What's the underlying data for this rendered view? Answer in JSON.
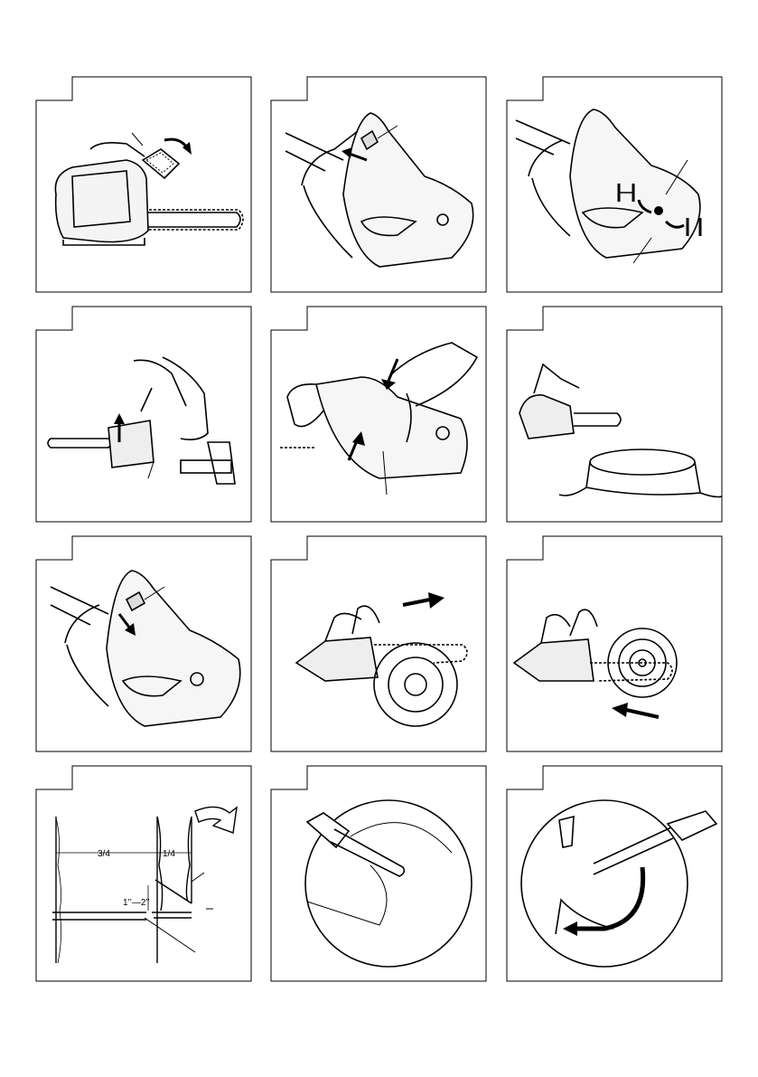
{
  "page": {
    "panels": [
      {
        "id": "chain-brake-engage",
        "icons": [
          "chain-brake-icon",
          "arrow-right-icon"
        ]
      },
      {
        "id": "throttle-lock",
        "icons": [
          "arrow-up-icon"
        ]
      },
      {
        "id": "idle-adjust",
        "icons": [
          "adjust-screw-icon",
          "rotate-arrows-icon"
        ]
      },
      {
        "id": "starting-position",
        "icons": [
          "arrow-up-icon"
        ]
      },
      {
        "id": "throttle-lever-press",
        "icons": [
          "arrow-down-icon",
          "arrow-up-icon"
        ]
      },
      {
        "id": "cutting-stump",
        "icons": []
      },
      {
        "id": "stop-switch",
        "icons": [
          "arrow-down-icon"
        ]
      },
      {
        "id": "bucking-push",
        "icons": [
          "arrow-right-icon"
        ]
      },
      {
        "id": "bucking-pull",
        "icons": [
          "arrow-left-icon"
        ]
      },
      {
        "id": "felling-notch",
        "icons": [
          "fall-direction-arrow-icon"
        ]
      },
      {
        "id": "boring-cut",
        "icons": []
      },
      {
        "id": "sweeping-cut",
        "icons": [
          "curved-arrow-icon"
        ]
      }
    ],
    "felling_diagram": {
      "label_three_quarter": "3/4",
      "label_one_quarter": "1/4",
      "label_hinge_height": "1’’—2’’"
    },
    "colors": {
      "line": "#000000",
      "background": "#ffffff"
    }
  }
}
